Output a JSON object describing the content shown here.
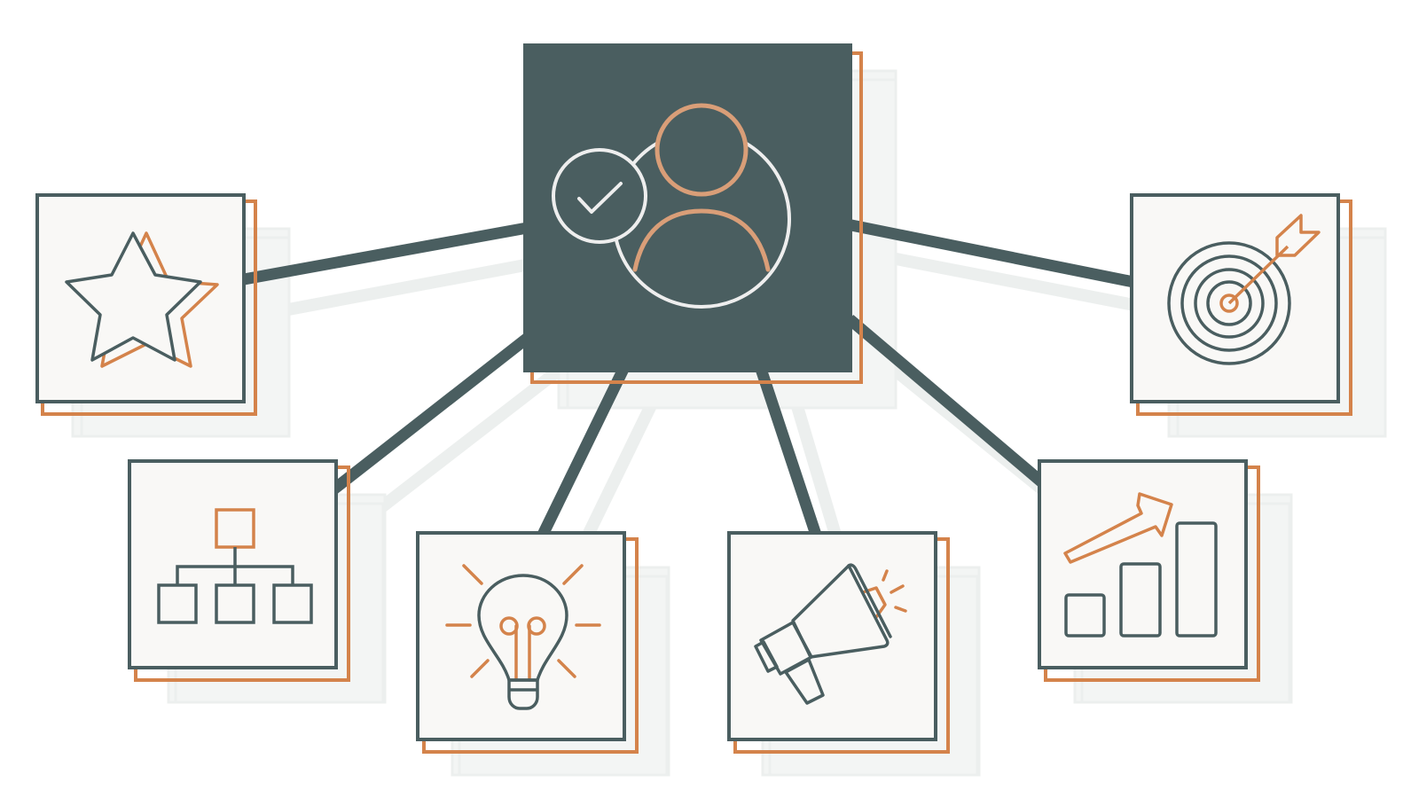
{
  "colors": {
    "background": "#ffffff",
    "hub_fill": "#4a5e60",
    "icon_stroke": "#4a5e60",
    "accent": "#d4834b",
    "accent_light": "#d99e78",
    "card_fill": "#f9f8f6",
    "connector": "#4a5e60",
    "shadow": "#ecefee",
    "hub_icon_light": "#eeeeee"
  },
  "hub": {
    "icon": "user-verified-icon"
  },
  "nodes": [
    {
      "id": "star",
      "icon": "star-icon"
    },
    {
      "id": "target",
      "icon": "target-arrow-icon"
    },
    {
      "id": "hierarchy",
      "icon": "org-chart-icon"
    },
    {
      "id": "idea",
      "icon": "lightbulb-icon"
    },
    {
      "id": "marketing",
      "icon": "megaphone-icon"
    },
    {
      "id": "growth",
      "icon": "growth-chart-icon"
    }
  ]
}
